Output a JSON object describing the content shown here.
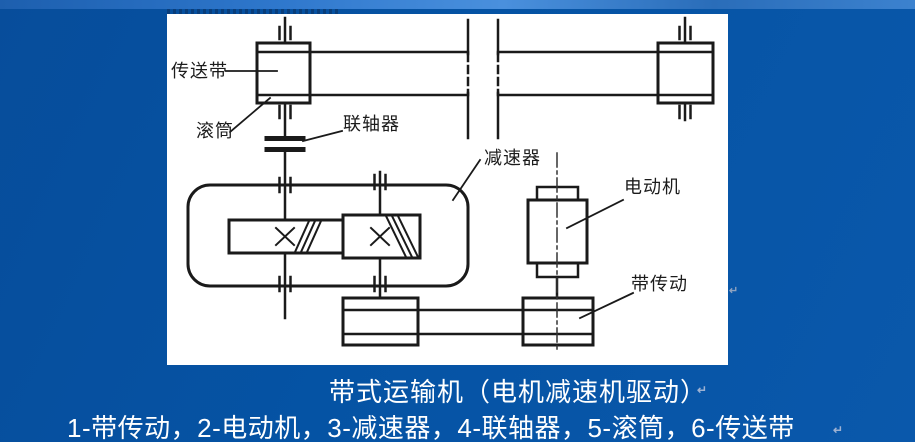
{
  "slide": {
    "caption": "带式运输机（电机减速机驱动）",
    "legend": "1-带传动，2-电动机，3-减速器，4-联轴器，5-滚筒，6-传送带",
    "paragraph_mark": "↵"
  },
  "diagram": {
    "labels": {
      "conveyor_belt": "传送带",
      "roller": "滚筒",
      "coupling": "联轴器",
      "reducer": "减速器",
      "motor": "电动机",
      "belt_drive": "带传动"
    }
  },
  "colors": {
    "background_blue": "#0553a4",
    "top_band_blue": "#3c82cf",
    "drawing_area": "#ffffff",
    "line_color": "#1a1a1a",
    "caption_text": "#ffffff"
  }
}
